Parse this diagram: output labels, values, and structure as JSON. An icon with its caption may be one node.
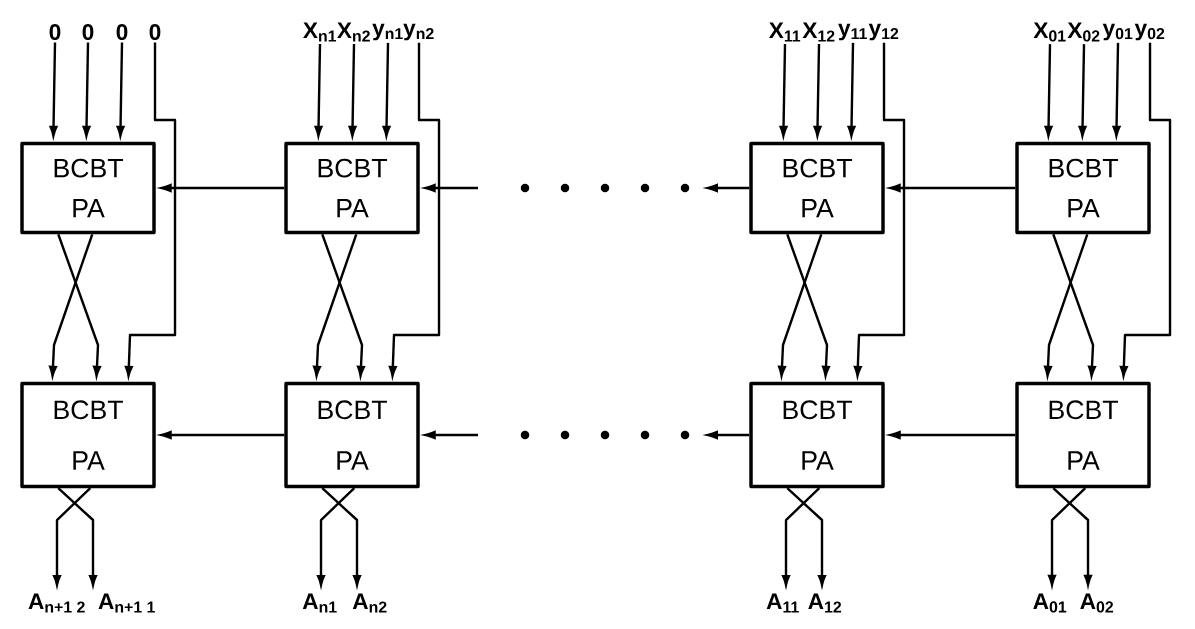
{
  "diagram": {
    "nodes": [
      {
        "text": [
          "0"
        ]
      },
      {
        "text": [
          "0"
        ]
      },
      {
        "text": [
          "0"
        ]
      },
      {
        "text": [
          "0"
        ]
      },
      {
        "text": [
          "X$_{n1}$"
        ]
      },
      {
        "text": [
          "X$_{n2}$"
        ]
      },
      {
        "text": [
          "y$_{n1}$"
        ]
      },
      {
        "text": [
          "y$_{n2}$"
        ]
      },
      {
        "text": [
          "X$_{11}$"
        ]
      },
      {
        "text": [
          "X$_{12}$"
        ]
      },
      {
        "text": [
          "y$_{11}$"
        ]
      },
      {
        "text": [
          "y$_{12}$"
        ]
      },
      {
        "text": [
          "X$_{01}$"
        ]
      },
      {
        "text": [
          "X$_{02}$"
        ]
      },
      {
        "text": [
          "y$_{01}$"
        ]
      },
      {
        "text": [
          "y$_{02}$"
        ]
      },
      {
        "text": [
          "BCBT PA"
        ]
      },
      {
        "text": [
          "BCBT PA"
        ]
      },
      {
        "text": [
          "BCBT PA"
        ]
      },
      {
        "text": [
          "BCBT PA"
        ]
      },
      {
        "text": [
          "BCBT PA"
        ]
      },
      {
        "text": [
          "BCBT PA"
        ]
      },
      {
        "text": [
          "BCBT PA"
        ]
      },
      {
        "text": [
          "BCBT PA"
        ]
      },
      {
        "text": [
          "A$_{n+1 2}$"
        ]
      },
      {
        "text": [
          "A$_{n+1 1}$"
        ]
      },
      {
        "text": [
          "A$_{n1}$"
        ]
      },
      {
        "text": [
          "A$_{n2}$"
        ]
      },
      {
        "text": [
          "A$_{11}$"
        ]
      },
      {
        "text": [
          "A$_{12}$"
        ]
      },
      {
        "text": [
          "A$_{01}$"
        ]
      },
      {
        "text": [
          "A$_{02}$"
        ]
      }
    ],
    "edges": [
      {
        "from": 0,
        "to": 16,
        "arrow": "to"
      },
      {
        "from": 1,
        "to": 16,
        "arrow": "to"
      },
      {
        "from": 2,
        "to": 16,
        "arrow": "to"
      },
      {
        "from": 3,
        "to": 20,
        "arrow": "to"
      },
      {
        "from": 4,
        "to": 17,
        "arrow": "to"
      },
      {
        "from": 5,
        "to": 17,
        "arrow": "to"
      },
      {
        "from": 6,
        "to": 17,
        "arrow": "to"
      },
      {
        "from": 7,
        "to": 21,
        "arrow": "to"
      },
      {
        "from": 8,
        "to": 18,
        "arrow": "to"
      },
      {
        "from": 9,
        "to": 18,
        "arrow": "to"
      },
      {
        "from": 10,
        "to": 18,
        "arrow": "to"
      },
      {
        "from": 11,
        "to": 22,
        "arrow": "to"
      },
      {
        "from": 12,
        "to": 19,
        "arrow": "to"
      },
      {
        "from": 13,
        "to": 19,
        "arrow": "to"
      },
      {
        "from": 14,
        "to": 19,
        "arrow": "to"
      },
      {
        "from": 15,
        "to": 23,
        "arrow": "to"
      },
      {
        "from": 16,
        "to": 20,
        "arrow": "to"
      },
      {
        "from": 16,
        "to": 20,
        "arrow": "to"
      },
      {
        "from": 17,
        "to": 21,
        "arrow": "to"
      },
      {
        "from": 17,
        "to": 21,
        "arrow": "to"
      },
      {
        "from": 18,
        "to": 22,
        "arrow": "to"
      },
      {
        "from": 18,
        "to": 22,
        "arrow": "to"
      },
      {
        "from": 19,
        "to": 23,
        "arrow": "to"
      },
      {
        "from": 19,
        "to": 23,
        "arrow": "to"
      },
      {
        "from": 20,
        "to": 24,
        "arrow": "to"
      },
      {
        "from": 20,
        "to": 25,
        "arrow": "to"
      },
      {
        "from": 21,
        "to": 26,
        "arrow": "to"
      },
      {
        "from": 21,
        "to": 27,
        "arrow": "to"
      },
      {
        "from": 22,
        "to": 28,
        "arrow": "to"
      },
      {
        "from": 22,
        "to": 29,
        "arrow": "to"
      },
      {
        "from": 23,
        "to": 30,
        "arrow": "to"
      },
      {
        "from": 23,
        "to": 31,
        "arrow": "to"
      },
      {
        "from": 17,
        "to": 16,
        "arrow": "to"
      },
      {
        "from": null,
        "to": 17,
        "arrow": "to"
      },
      {
        "from": 18,
        "to": null,
        "arrow": "to"
      },
      {
        "from": 19,
        "to": 18,
        "arrow": "to"
      },
      {
        "from": 21,
        "to": 20,
        "arrow": "to"
      },
      {
        "from": null,
        "to": 21,
        "arrow": "to"
      },
      {
        "from": 22,
        "to": null,
        "arrow": "to"
      },
      {
        "from": 23,
        "to": 22,
        "arrow": "to"
      }
    ]
  }
}
